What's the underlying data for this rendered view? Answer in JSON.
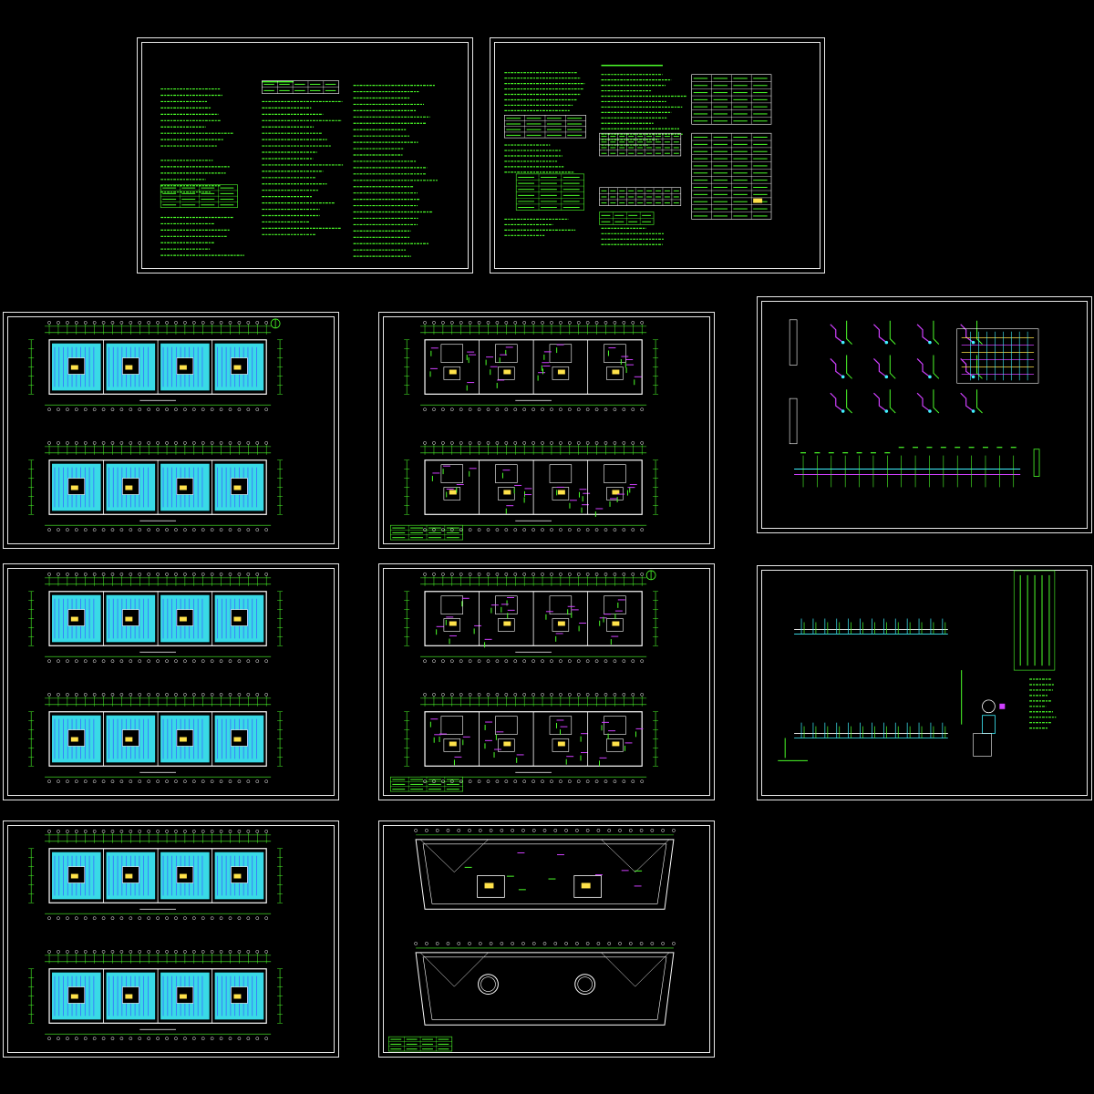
{
  "colors": {
    "background": "#000000",
    "frame": "#e8e8e8",
    "green": "#4cff2a",
    "cyan": "#3ff2ff",
    "yellow": "#ffe24a",
    "magenta": "#d040ff",
    "white": "#ffffff",
    "blue": "#3a6bff"
  },
  "sheets": [
    {
      "id": "notes-1",
      "kind": "notes"
    },
    {
      "id": "notes-2",
      "kind": "notes-tables"
    },
    {
      "id": "plan-1",
      "kind": "plan-filled",
      "pair": true
    },
    {
      "id": "plan-2",
      "kind": "plan-line",
      "pair": true
    },
    {
      "id": "system-1",
      "kind": "system-diagram"
    },
    {
      "id": "plan-3",
      "kind": "plan-filled",
      "pair": true
    },
    {
      "id": "plan-4",
      "kind": "plan-line",
      "pair": true
    },
    {
      "id": "system-2",
      "kind": "riser-diagram"
    },
    {
      "id": "plan-5",
      "kind": "plan-filled",
      "pair": true
    },
    {
      "id": "roof-plan",
      "kind": "roof",
      "pair": true
    }
  ]
}
